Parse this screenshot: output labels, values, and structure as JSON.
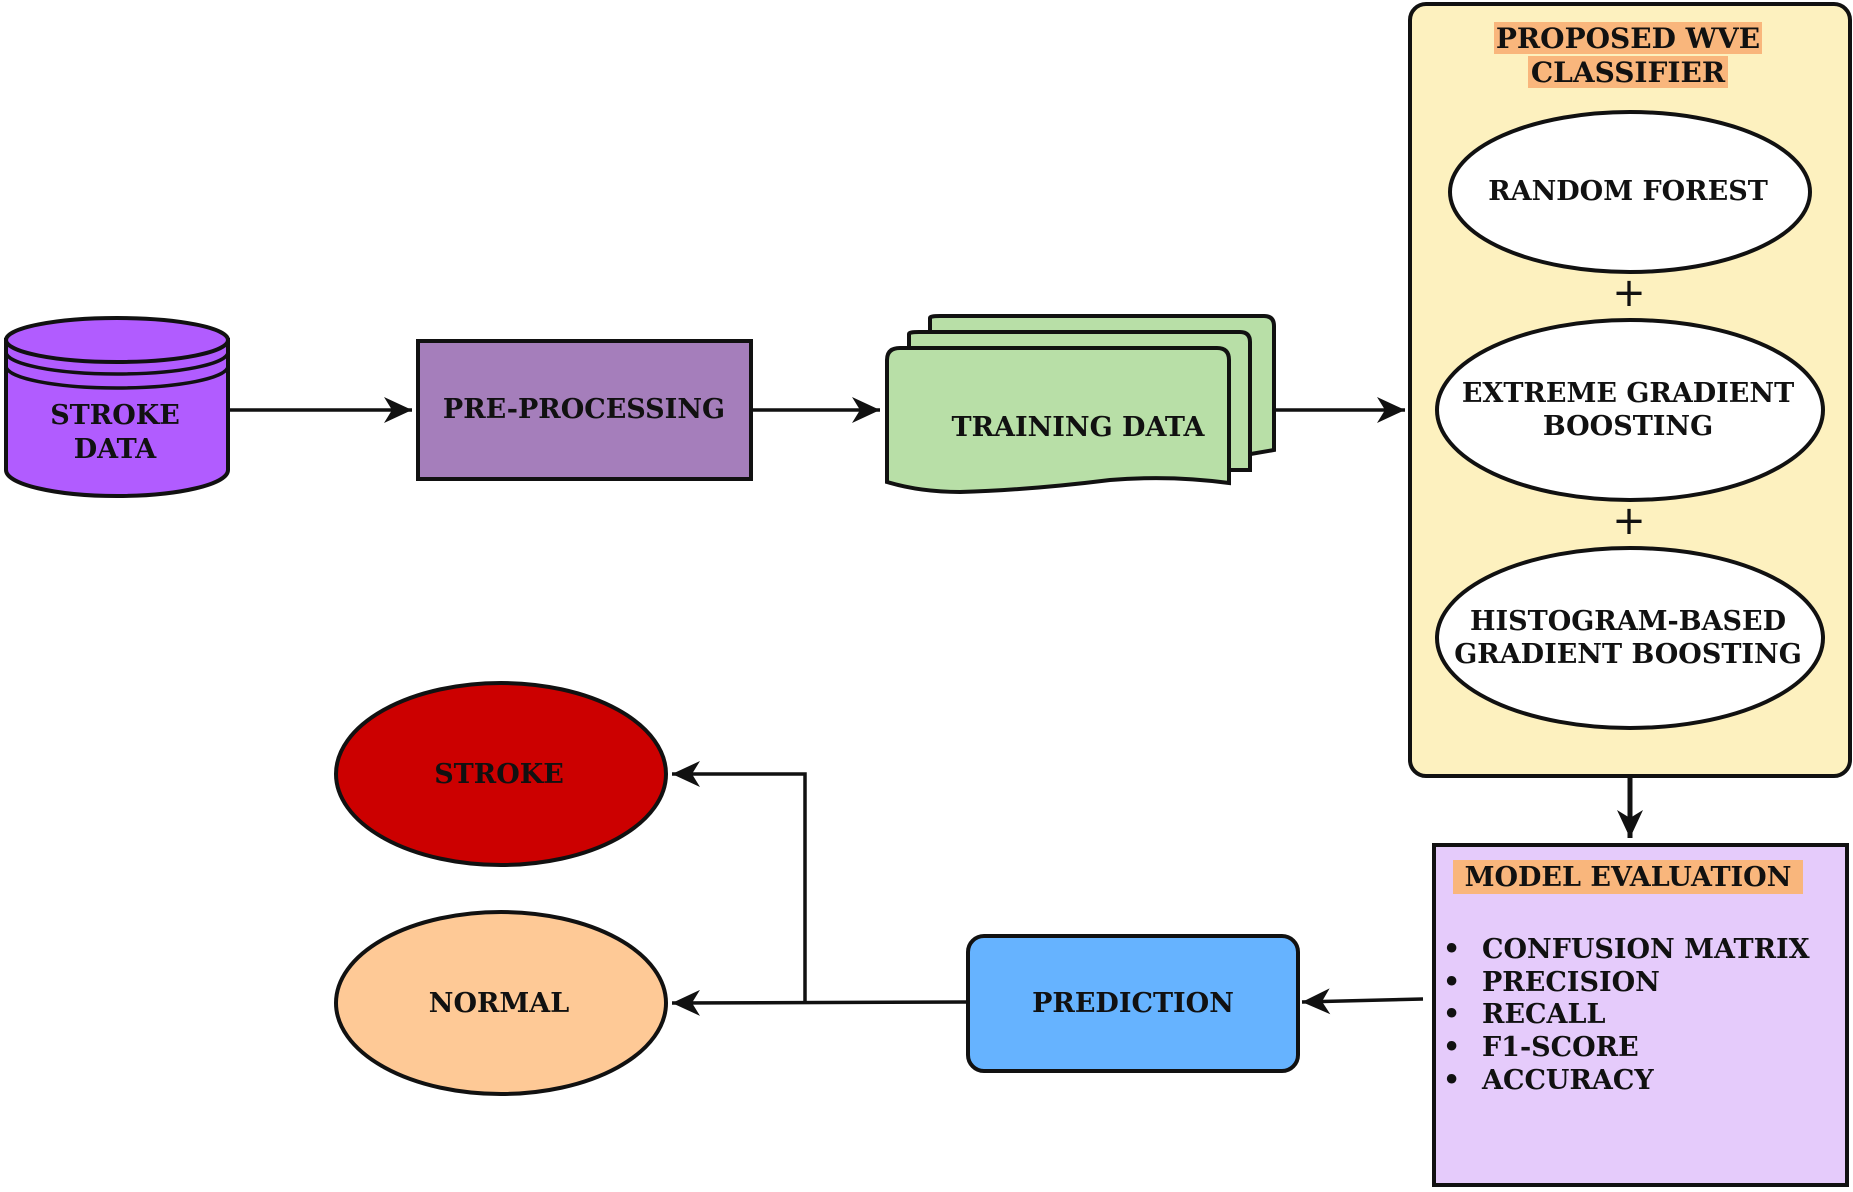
{
  "nodes": {
    "stroke_data": {
      "line1": "STROKE",
      "line2": "DATA",
      "color": "#b15cff"
    },
    "pre_processing": {
      "label": "PRE-PROCESSING",
      "color": "#a57ebb"
    },
    "training_data": {
      "label": "TRAINING DATA",
      "color": "#b8dfa7"
    },
    "wve_panel": {
      "title_line1": "PROPOSED WVE",
      "title_line2": "CLASSIFIER",
      "color": "#fdf1bf",
      "highlight": "#f9b67c",
      "models": [
        {
          "line1": "RANDOM FOREST",
          "line2": ""
        },
        {
          "line1": "EXTREME GRADIENT",
          "line2": "BOOSTING"
        },
        {
          "line1": "HISTOGRAM-BASED",
          "line2": "GRADIENT BOOSTING"
        }
      ],
      "plus": "+"
    },
    "model_evaluation": {
      "title": "MODEL EVALUATION",
      "color": "#e5cbfb",
      "bullet": "•",
      "metrics": [
        "CONFUSION MATRIX",
        "PRECISION",
        "RECALL",
        "F1-SCORE",
        "ACCURACY"
      ]
    },
    "prediction": {
      "label": "PREDICTION",
      "color": "#66b3ff"
    },
    "outcome_stroke": {
      "label": "STROKE",
      "color": "#cc0000"
    },
    "outcome_normal": {
      "label": "NORMAL",
      "color": "#fec996"
    }
  }
}
